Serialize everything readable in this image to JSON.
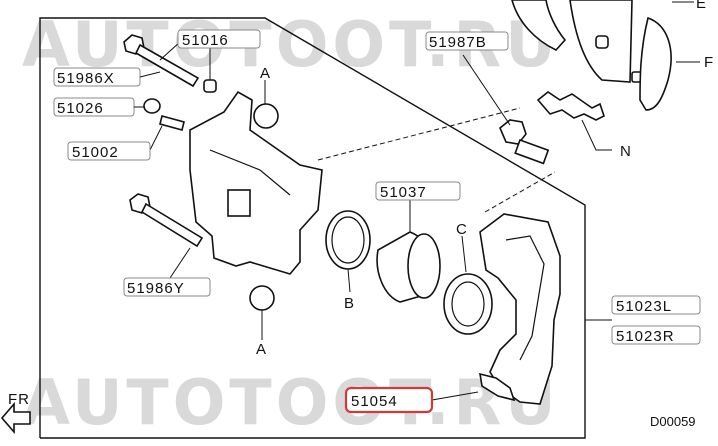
{
  "watermark": {
    "top": "AUTOTOOT.RU",
    "bottom": "AUTOTOOT.RU"
  },
  "parts": {
    "p51016": "51016",
    "p51986x": "51986X",
    "p51026": "51026",
    "p51002": "51002",
    "p51986y": "51986Y",
    "p51987b": "51987B",
    "p51037": "51037",
    "p51023l": "51023L",
    "p51023r": "51023R",
    "p51054": "51054"
  },
  "callouts": {
    "a_top": "A",
    "a_bottom": "A",
    "b": "B",
    "c": "C",
    "e": "E",
    "f": "F",
    "n": "N"
  },
  "orientation": "FR",
  "diagram_code": "D00059",
  "colors": {
    "highlight": "#d23a3a",
    "watermark": "#d9d9d9"
  }
}
